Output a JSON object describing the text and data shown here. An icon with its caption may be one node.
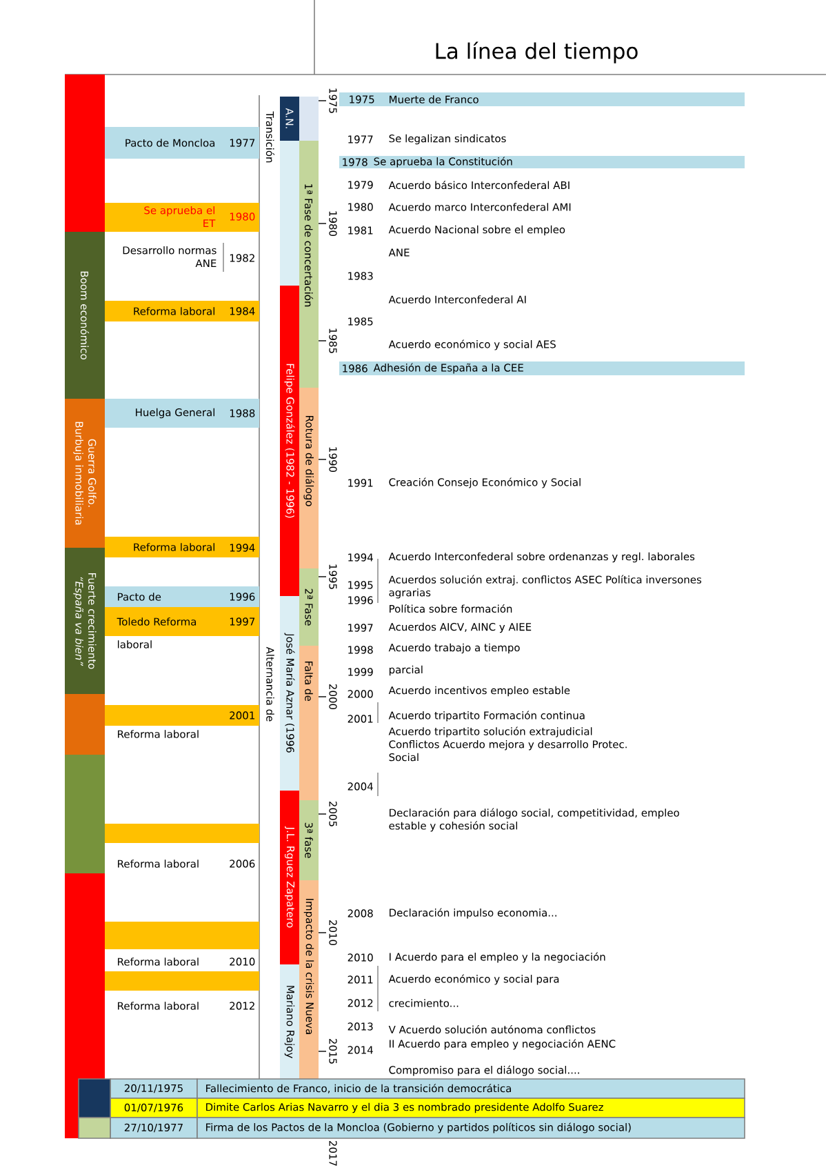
{
  "diagram": {
    "title": "La línea del tiempo",
    "nodes": [
      {
        "text": [],
        "shape": "bar"
      },
      {
        "text": [
          "Boom económico"
        ]
      },
      {
        "text": [
          "Guerra Golfo. Burbuja inmobiliaria"
        ]
      },
      {
        "text": [
          "Fuerte crecimiento *“España va bien”*"
        ]
      },
      {
        "text": [],
        "shape": "bar"
      },
      {
        "text": [],
        "shape": "bar"
      },
      {
        "text": [],
        "shape": "bar"
      },
      {
        "text": [
          "Pacto de Moncloa",
          "1977"
        ]
      },
      {
        "text": [
          "Se aprueba el ET",
          "1980"
        ]
      },
      {
        "text": [
          "Reforma laboral",
          "1984"
        ]
      },
      {
        "text": [
          "Huelga General",
          "1988"
        ]
      },
      {
        "text": [
          "Reforma laboral",
          "1994"
        ]
      },
      {
        "text": [
          "Pacto de",
          "1996"
        ]
      },
      {
        "text": [
          "Toledo Reforma",
          "1997"
        ]
      },
      {
        "text": [
          "2001"
        ]
      },
      {
        "text": [],
        "shape": "bar"
      },
      {
        "text": [],
        "shape": "bar"
      },
      {
        "text": [],
        "shape": "bar"
      },
      {
        "text": [
          "A.N."
        ]
      },
      {
        "text": [],
        "shape": "bar"
      },
      {
        "text": [
          "Felipe González (1982 - 1996)"
        ]
      },
      {
        "text": [
          "José María Aznar (1996"
        ]
      },
      {
        "text": [
          "J.L. Rguez Zapatero"
        ]
      },
      {
        "text": [
          "Mariano Rajoy"
        ]
      },
      {
        "text": [],
        "shape": "bar"
      },
      {
        "text": [
          "1ª Fase de concertación"
        ]
      },
      {
        "text": [
          "Rotura de diálogo"
        ]
      },
      {
        "text": [
          "2ª Fase"
        ]
      },
      {
        "text": [
          "Falta de"
        ]
      },
      {
        "text": [
          "3ª fase"
        ]
      },
      {
        "text": [
          "Impacto de la crisis Nueva"
        ]
      },
      {
        "text": [
          "1975",
          "Muerte de Franco"
        ]
      },
      {
        "text": [
          "1978",
          "Se aprueba la Constitución"
        ]
      },
      {
        "text": [
          "1986",
          "Adhesión de España a la CEE"
        ]
      }
    ],
    "labels": [
      "Desarrollo normas ANE",
      "1982",
      "laboral",
      "Reforma laboral",
      "Reforma laboral",
      "2006",
      "Reforma laboral",
      "2010",
      "Reforma laboral",
      "2012",
      "Transición",
      "Alternancia de",
      "1975",
      "1980",
      "1985",
      "1990",
      "1995",
      "2000",
      "2005",
      "2010",
      "2015",
      "2017",
      "1977",
      "Se legalizan sindicatos",
      "1979",
      "Acuerdo básico Interconfederal ABI",
      "1980",
      "Acuerdo marco Interconfederal AMI",
      "1981",
      "Acuerdo Nacional sobre el empleo",
      "ANE",
      "1983",
      "Acuerdo Interconfederal AI",
      "1985",
      "Acuerdo económico y social AES",
      "1991",
      "Creación Consejo Económico y Social",
      "1994",
      "Acuerdo Interconfederal sobre ordenanzas y regl. laborales",
      "1995",
      "Acuerdos solución extraj. conflictos ASEC Política inversones agrarias",
      "1996",
      "Política sobre formación",
      "1997",
      "Acuerdos AICV, AINC y AIEE",
      "1998",
      "Acuerdo trabajo a tiempo",
      "1999",
      "parcial",
      "2000",
      "Acuerdo incentivos empleo estable",
      "2001",
      "Acuerdo tripartito Formación continua",
      "Acuerdo tripartito solución extrajudicial Conflictos Acuerdo mejora y desarrollo Protec. Social",
      "2004",
      "Declaración para diálogo social, competitividad, empleo estable y cohesión social",
      "2008",
      "Declaración impulso economia...",
      "2010",
      "I Acuerdo para el empleo y la negociación",
      "2011",
      "Acuerdo económico y social para",
      "2012",
      "crecimiento...",
      "2013",
      "V Acuerdo solución autónoma conflictos",
      "2014",
      "II Acuerdo para empleo y negociación AENC",
      "Compromiso para el diálogo social....",
      "20/11/1975",
      "Fallecimiento de Franco, inicio de la transición democrática",
      "01/07/1976",
      "Dimite Carlos Arias Navarro y el dia 3 es nombrado presidente Adolfo Suarez",
      "27/10/1977",
      "Firma de los Pactos de la Moncloa (Gobierno y partidos políticos sin diálogo social)"
    ]
  }
}
